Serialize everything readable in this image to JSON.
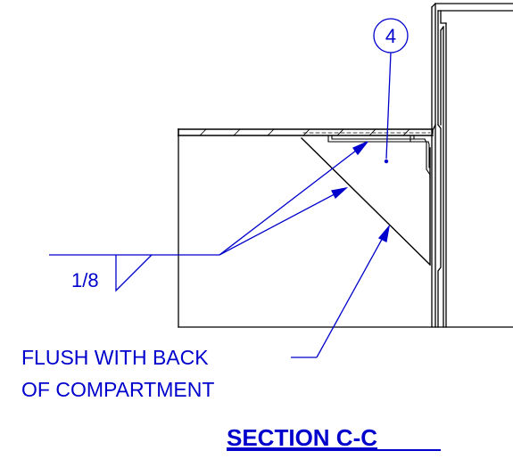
{
  "callout": {
    "number": "4"
  },
  "weld": {
    "size": "1/8"
  },
  "note": {
    "line1": "FLUSH WITH BACK",
    "line2": "OF COMPARTMENT"
  },
  "section": {
    "title": "SECTION C-C"
  },
  "colors": {
    "linework": "#000000",
    "annotation": "#0000CC"
  }
}
